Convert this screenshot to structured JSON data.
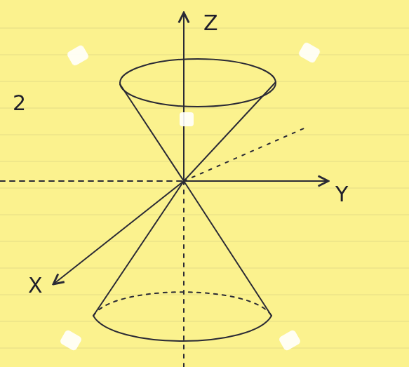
{
  "diagram": {
    "labels": [
      "Z",
      "Y",
      "X",
      "2"
    ]
  }
}
